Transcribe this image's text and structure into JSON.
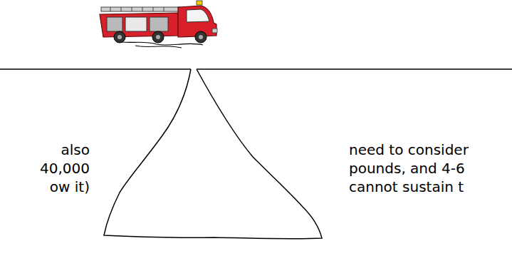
{
  "diagram": {
    "labels": [
      "also",
      "40,000",
      "ow it)",
      "need to consider",
      "pounds, and 4-6",
      "cannot sustain t"
    ]
  }
}
